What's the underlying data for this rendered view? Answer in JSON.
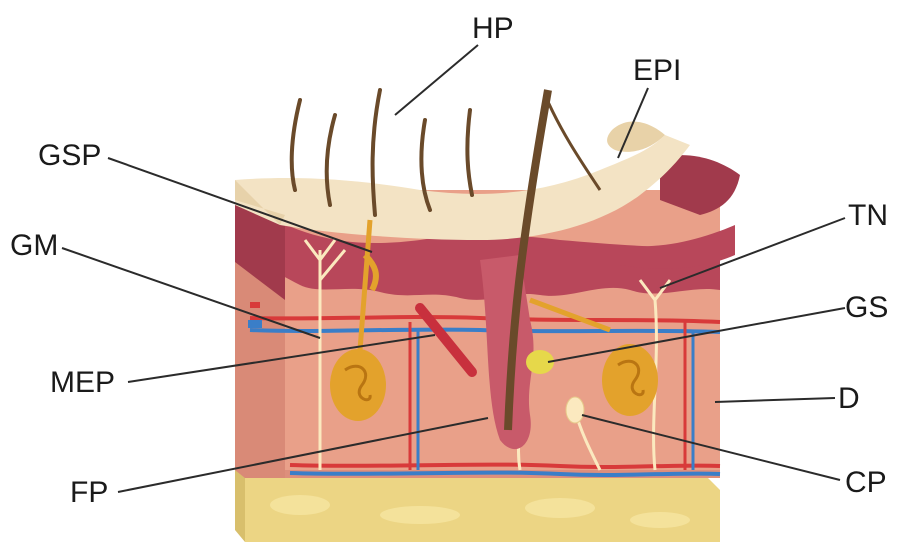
{
  "diagram": {
    "labels": {
      "hp": "HP",
      "epi": "EPI",
      "gsp": "GSP",
      "gm": "GM",
      "tn": "TN",
      "gs": "GS",
      "mep": "MEP",
      "d": "D",
      "fp": "FP",
      "cp": "CP"
    },
    "colors": {
      "epidermis": "#f3e3c4",
      "dermis": "#e9a089",
      "papillary": "#b8475a",
      "hypodermis": "#ecd584",
      "artery": "#d83a3a",
      "vein": "#3a7ec8",
      "gland": "#e3a22c",
      "hair": "#6a4a2a",
      "nerve": "#fbe9bf"
    }
  }
}
